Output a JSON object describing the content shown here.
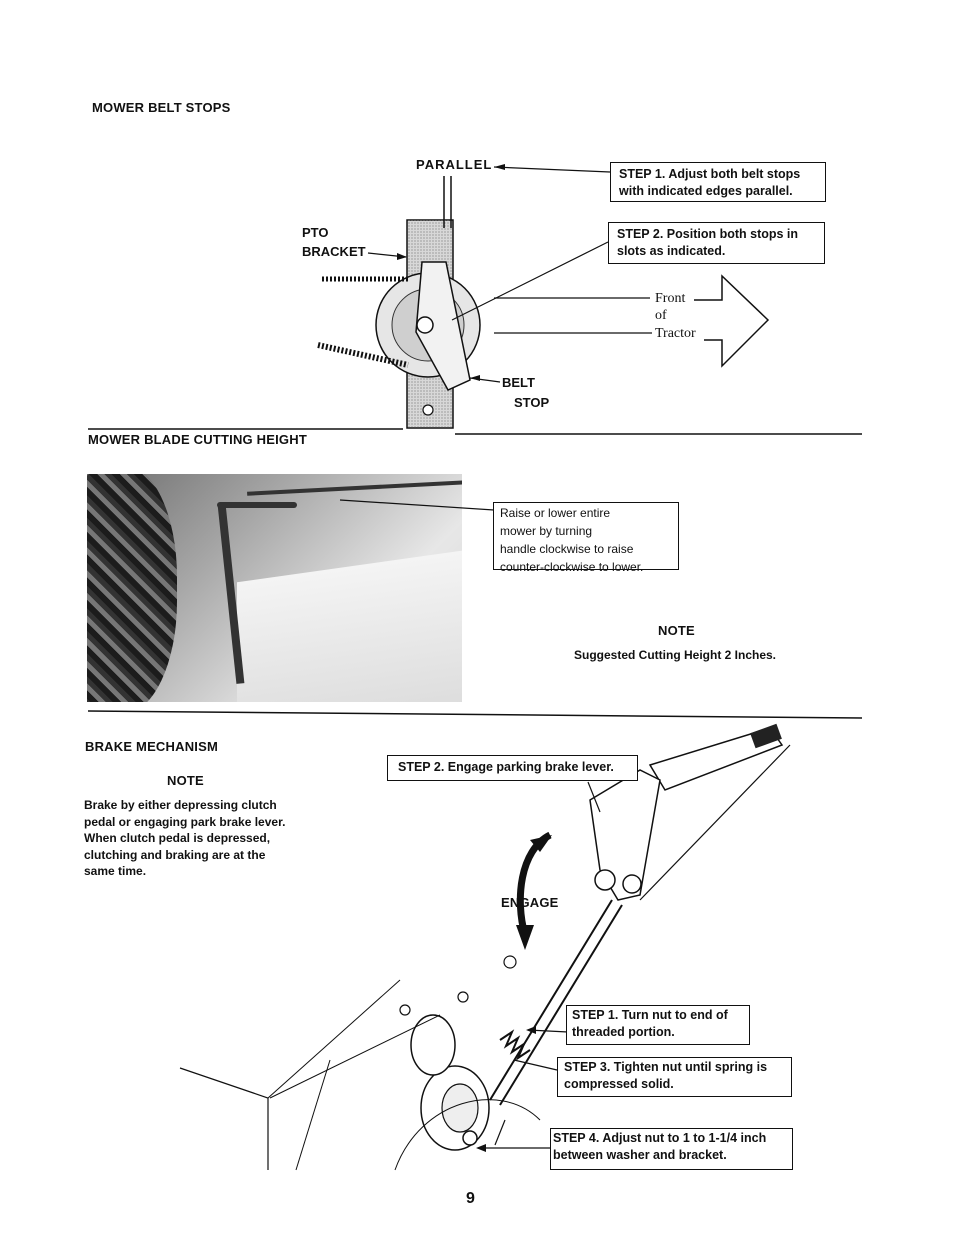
{
  "sections": {
    "belt_stops": {
      "title": "MOWER BELT STOPS"
    },
    "cutting_height": {
      "title": "MOWER BLADE CUTTING HEIGHT"
    },
    "brake": {
      "title": "BRAKE MECHANISM"
    }
  },
  "belt_stops_figure": {
    "parallel_label": "PARALLEL",
    "pto_label_1": "PTO",
    "pto_label_2": "BRACKET",
    "belt_label_1": "BELT",
    "belt_label_2": "STOP",
    "front_label_1": "Front",
    "front_label_2": "of",
    "front_label_3": "Tractor",
    "step1": [
      "STEP 1.  Adjust both belt stops",
      "with indicated edges parallel."
    ],
    "step2": [
      "STEP 2.  Position both stops in",
      "slots as indicated."
    ]
  },
  "cutting_height_figure": {
    "callout": [
      "Raise or lower entire",
      "mower by turning",
      "handle clockwise to raise",
      "counter-clockwise to lower."
    ],
    "note_heading": "NOTE",
    "note_text": "Suggested Cutting Height 2 Inches."
  },
  "brake_figure": {
    "note_heading": "NOTE",
    "note_lines": [
      "Brake  by  either  depressing  clutch",
      "pedal  or  engaging  park  brake  lever.",
      "When   clutch   pedal   is   depressed,",
      "clutching   and   braking   are   at   the",
      "same time."
    ],
    "engage_label": "ENGAGE",
    "step2": "STEP 2.  Engage parking brake lever.",
    "step1": [
      "STEP 1.  Turn nut to end of",
      "threaded portion."
    ],
    "step3": [
      "STEP 3.  Tighten nut until spring is",
      "compressed solid."
    ],
    "step4": [
      "STEP 4.  Adjust nut to 1 to 1-1/4 inch",
      "between washer and bracket."
    ]
  },
  "page_number": "9"
}
